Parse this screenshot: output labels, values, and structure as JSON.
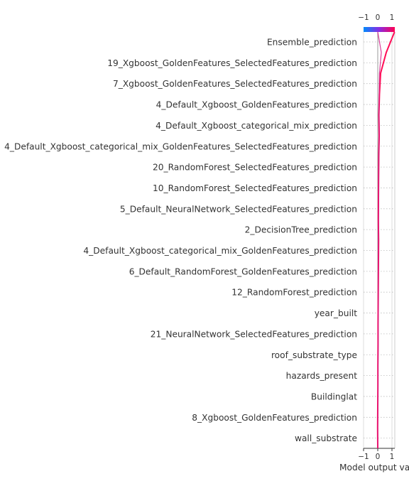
{
  "chart_data": {
    "type": "decision_plot",
    "xlabel": "Model output value",
    "xlim": [
      -1,
      1.2
    ],
    "base_value": 0,
    "x_ticks": [
      "−1",
      "0",
      "1"
    ],
    "features": [
      "Ensemble_prediction",
      "19_Xgboost_GoldenFeatures_SelectedFeatures_prediction",
      "7_Xgboost_GoldenFeatures_SelectedFeatures_prediction",
      "4_Default_Xgboost_GoldenFeatures_prediction",
      "4_Default_Xgboost_categorical_mix_prediction",
      "4_Default_Xgboost_categorical_mix_GoldenFeatures_SelectedFeatures_prediction",
      "20_RandomForest_SelectedFeatures_prediction",
      "10_RandomForest_SelectedFeatures_prediction",
      "5_Default_NeuralNetwork_SelectedFeatures_prediction",
      "2_DecisionTree_prediction",
      "4_Default_Xgboost_categorical_mix_GoldenFeatures_prediction",
      "6_Default_RandomForest_GoldenFeatures_prediction",
      "12_RandomForest_prediction",
      "year_built",
      "21_NeuralNetwork_SelectedFeatures_prediction",
      "roof_substrate_type",
      "hazards_present",
      "Buildinglat",
      "8_Xgboost_GoldenFeatures_prediction",
      "wall_substrate"
    ],
    "series": [
      {
        "color": "#ff0d57",
        "values": [
          1.18,
          0.6,
          0.2,
          0.12,
          0.08,
          0.1,
          0.07,
          0.06,
          0.05,
          0.04,
          0.06,
          0.05,
          0.04,
          0.03,
          0.02,
          0.02,
          0.01,
          0.01,
          0.0,
          -0.01,
          0.0
        ]
      },
      {
        "color": "#d41b88",
        "values": [
          0.0,
          0.25,
          0.12,
          0.1,
          0.09,
          0.11,
          0.08,
          0.07,
          0.07,
          0.06,
          0.05,
          0.05,
          0.04,
          0.04,
          0.03,
          0.03,
          0.02,
          0.02,
          0.01,
          0.0,
          0.0
        ]
      }
    ],
    "colorbar": {
      "low_color": "#008bfb",
      "high_color": "#ff0051"
    },
    "grid": "dotted-rows"
  }
}
